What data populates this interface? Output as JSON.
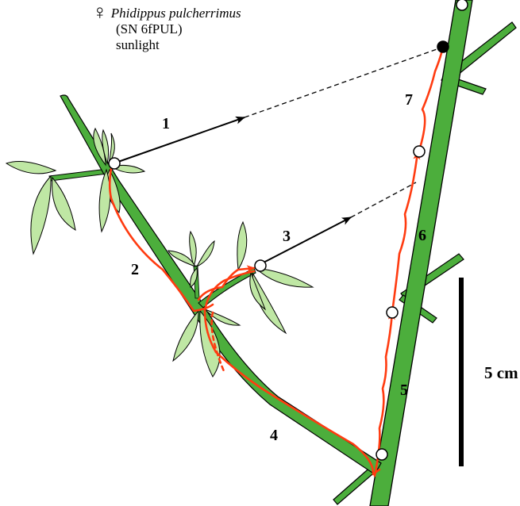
{
  "caption": {
    "female_symbol": "♀",
    "species": "Phidippus pulcherrimus",
    "specimen": "(SN 6fPUL)",
    "condition": "sunlight"
  },
  "step_labels": [
    "1",
    "2",
    "3",
    "4",
    "5",
    "6",
    "7"
  ],
  "scale_bar": {
    "label": "5 cm"
  },
  "colors": {
    "stem": "#4cae3c",
    "leaf_fill": "#bfe7a4",
    "path": "#ff3b10",
    "outline": "#000000",
    "node_open": "#ffffff",
    "node_filled": "#000000"
  },
  "icons": {
    "start_node": "open-circle",
    "end_node": "filled-circle"
  }
}
